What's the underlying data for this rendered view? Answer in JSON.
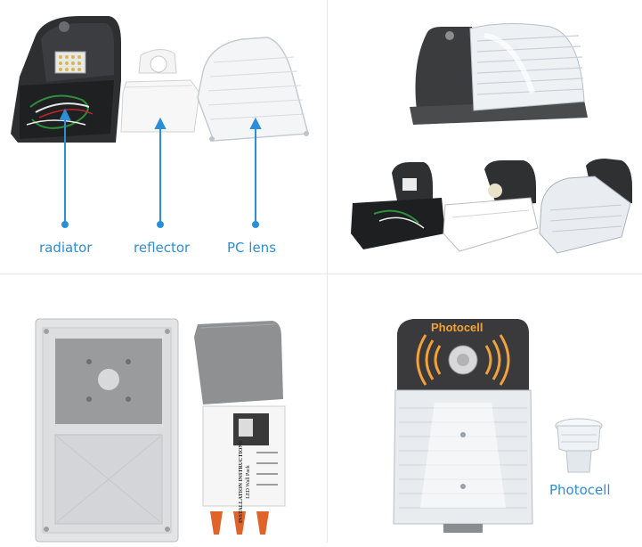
{
  "panels": {
    "exploded": {
      "callouts": [
        "radiator",
        "reflector",
        "PC lens"
      ]
    },
    "fixture_views": {},
    "mounting": {
      "instructions_title": "INSTALLATION INSTRUCTIONS",
      "instructions_subtitle": "LED Wall Pack"
    },
    "photocell": {
      "fixture_label": "Photocell",
      "part_label": "Photocell"
    }
  },
  "colors": {
    "callout_blue": "#2b8ed6",
    "housing_dark": "#3a3a3c",
    "label_orange": "#f2a23a",
    "wire_nut_orange": "#e0642a"
  }
}
